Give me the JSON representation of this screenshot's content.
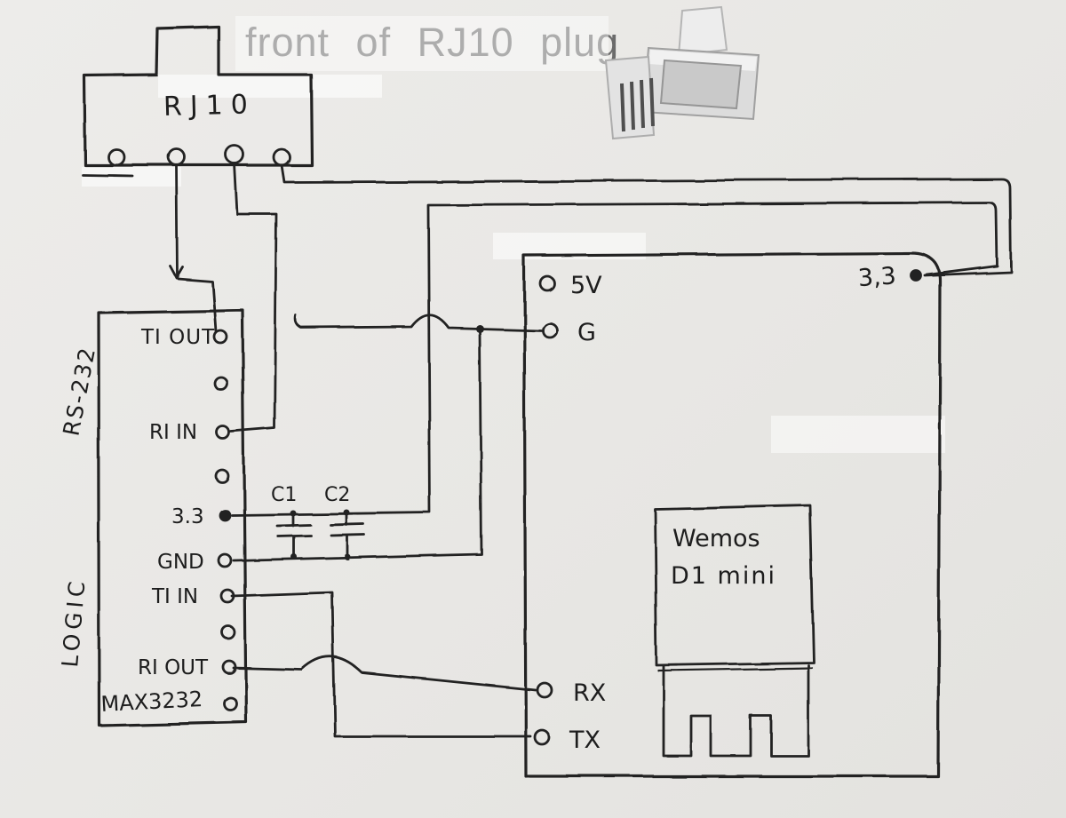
{
  "title": "front of RJ10 plug",
  "colors": {
    "ink": "#222222",
    "paper": "#e8e7e4",
    "title_gray": "#6b6b6b"
  },
  "rj10": {
    "label": "RJ10"
  },
  "max": {
    "rs232": "RS-232",
    "logic": "LOGIC",
    "chip": "MAX3232",
    "pins": {
      "ti_out": "TI OUT",
      "ri_in": "RI IN",
      "v33": "3.3",
      "gnd": "GND",
      "ti_in": "TI IN",
      "ri_out": "RI OUT"
    }
  },
  "caps": {
    "c1": "C1",
    "c2": "C2"
  },
  "wemos": {
    "name1": "Wemos",
    "name2": "D1 mini",
    "pins": {
      "v5": "5V",
      "g": "G",
      "v33": "3,3",
      "rx": "RX",
      "tx": "TX"
    }
  }
}
